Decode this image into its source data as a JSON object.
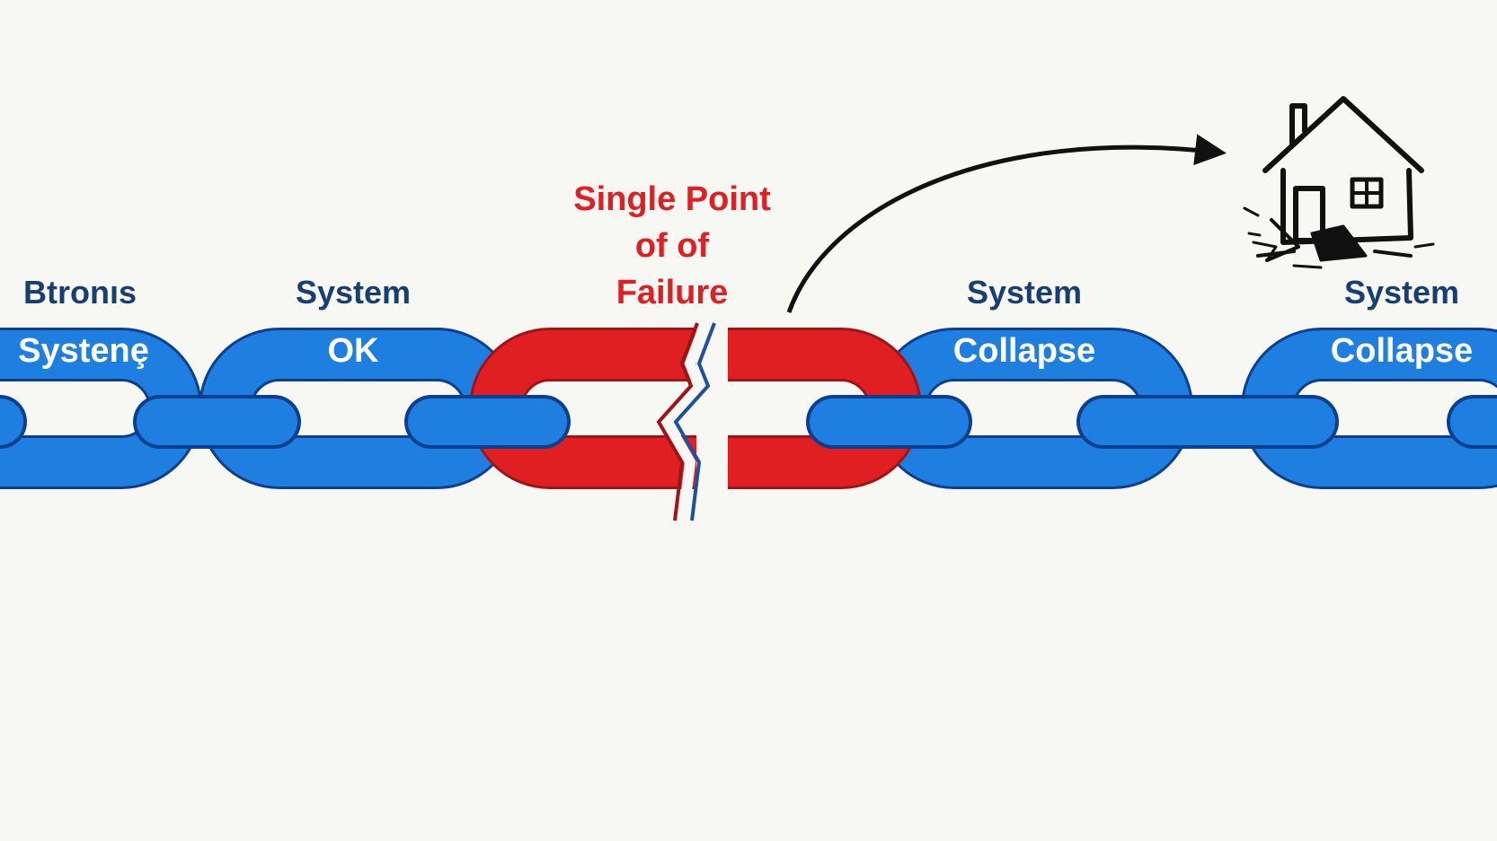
{
  "colors": {
    "background": "#f7f7f3",
    "link_blue": "#1f7fe0",
    "link_blue_outline": "#0d3f8f",
    "link_red": "#e01f22",
    "label_dark": "#173f73",
    "label_inner": "#ffffff",
    "arrow": "#111111"
  },
  "icons": {
    "house": "collapsing-house-icon",
    "arrow": "curved-arrow-icon",
    "crack": "crack-icon"
  },
  "links": [
    {
      "top_label": "Btronıs",
      "inner_label": "Systenȩ",
      "state": "ok"
    },
    {
      "top_label": "System",
      "inner_label": "OK",
      "state": "ok"
    },
    {
      "failure_label": [
        "Single Point",
        "of of",
        "Failure"
      ],
      "state": "broken"
    },
    {
      "top_label": "System",
      "inner_label": "Collapse",
      "state": "collapse"
    },
    {
      "top_label": "System",
      "inner_label": "Collapse",
      "state": "collapse"
    }
  ]
}
